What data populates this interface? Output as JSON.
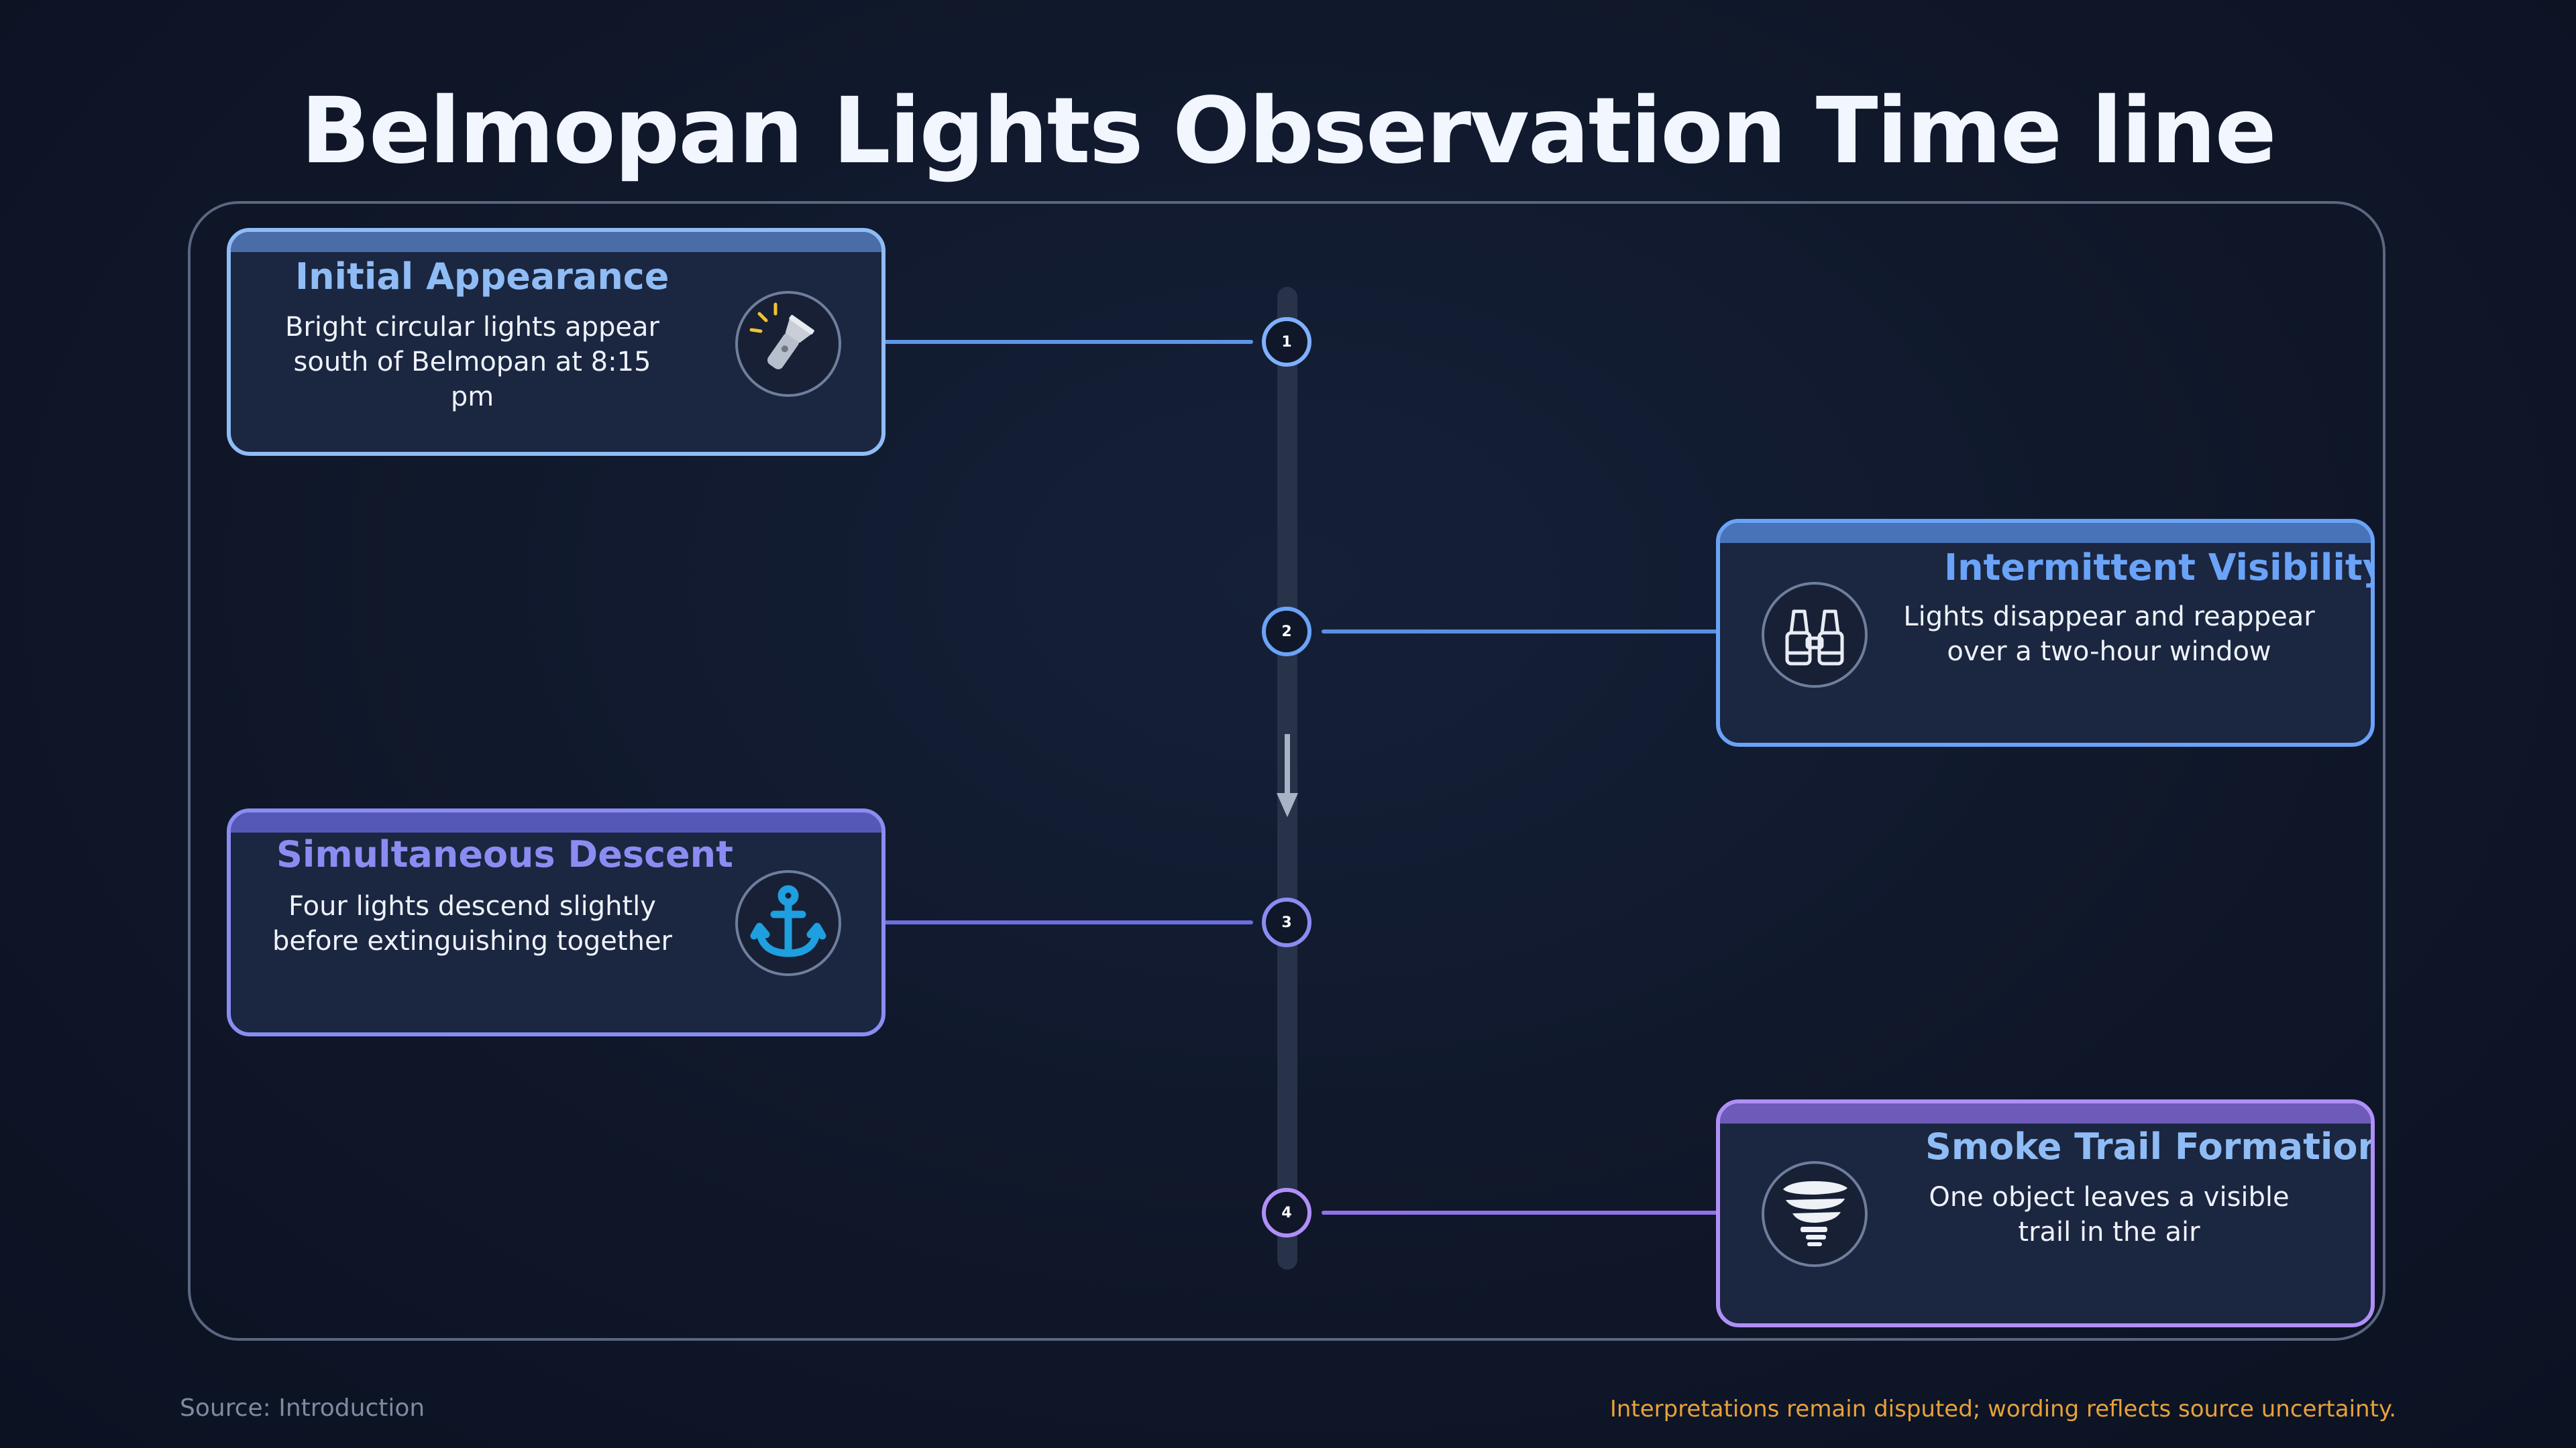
{
  "title": "Belmopan Lights Observation Time line",
  "events": [
    {
      "number": "1",
      "title": "Initial Appearance",
      "description": "Bright circular lights appear\nsouth of Belmopan at 8:15 pm",
      "icon": "flashlight-icon",
      "color": "#8fbcf5"
    },
    {
      "number": "2",
      "title": "Intermittent Visibility",
      "description": "Lights disappear and reappear\nover a two-hour window",
      "icon": "binoculars-icon",
      "color": "#6aa3f7"
    },
    {
      "number": "3",
      "title": "Simultaneous Descent",
      "description": "Four lights descend slightly\nbefore extinguishing together",
      "icon": "anchor-icon",
      "color": "#8b8cf2"
    },
    {
      "number": "4",
      "title": "Smoke Trail Formation",
      "description": "One object leaves a visible\ntrail in the air",
      "icon": "tornado-icon",
      "color": "#b08ff7"
    }
  ],
  "footer": {
    "source": "Source: Introduction",
    "note": "Interpretations remain disputed; wording reflects source uncertainty."
  }
}
